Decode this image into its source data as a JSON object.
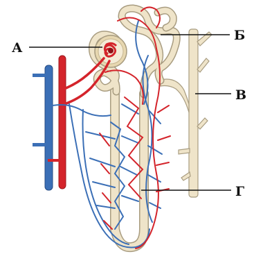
{
  "labels": {
    "a": "А",
    "b": "Б",
    "v": "В",
    "g": "Г"
  },
  "colors": {
    "artery": "#d4242b",
    "vein": "#3b6fb6",
    "tubule": "#efe4c9",
    "tubule_outline": "#a89c80",
    "pointer": "#111111"
  }
}
